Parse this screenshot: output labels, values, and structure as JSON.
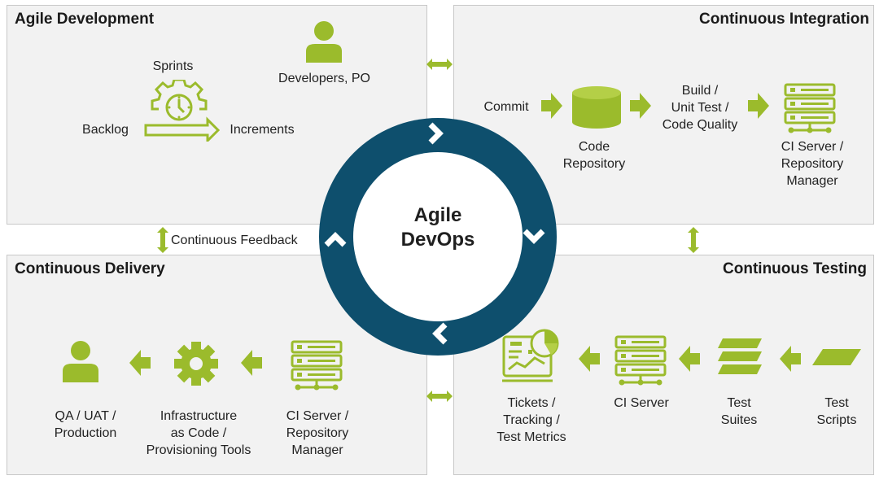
{
  "center": {
    "line1": "Agile",
    "line2": "DevOps"
  },
  "agile_development": {
    "title": "Agile Development",
    "developers": "Developers, PO",
    "sprints": "Sprints",
    "backlog": "Backlog",
    "increments": "Increments"
  },
  "continuous_integration": {
    "title": "Continuous Integration",
    "commit": "Commit",
    "code_repository": "Code\nRepository",
    "build": "Build /\nUnit Test /\nCode Quality",
    "ci_server": "CI Server /\nRepository\nManager"
  },
  "continuous_feedback": "Continuous Feedback",
  "continuous_delivery": {
    "title": "Continuous Delivery",
    "qa": "QA / UAT /\nProduction",
    "infrastructure": "Infrastructure\nas Code /\nProvisioning Tools",
    "ci_server": "CI Server /\nRepository\nManager"
  },
  "continuous_testing": {
    "title": "Continuous Testing",
    "tickets": "Tickets /\nTracking /\nTest Metrics",
    "ci_server": "CI Server",
    "test_suites": "Test\nSuites",
    "test_scripts": "Test\nScripts"
  },
  "colors": {
    "accent": "#9bbb2c",
    "ring": "#0e4f6d",
    "panel": "#f2f2f2"
  },
  "icons": [
    "person-icon",
    "gear-clock-icon",
    "database-icon",
    "server-icon",
    "gear-icon",
    "layers-icon",
    "script-icon",
    "dashboard-icon",
    "arrow-icon",
    "double-arrow-icon",
    "chevron-icon"
  ]
}
